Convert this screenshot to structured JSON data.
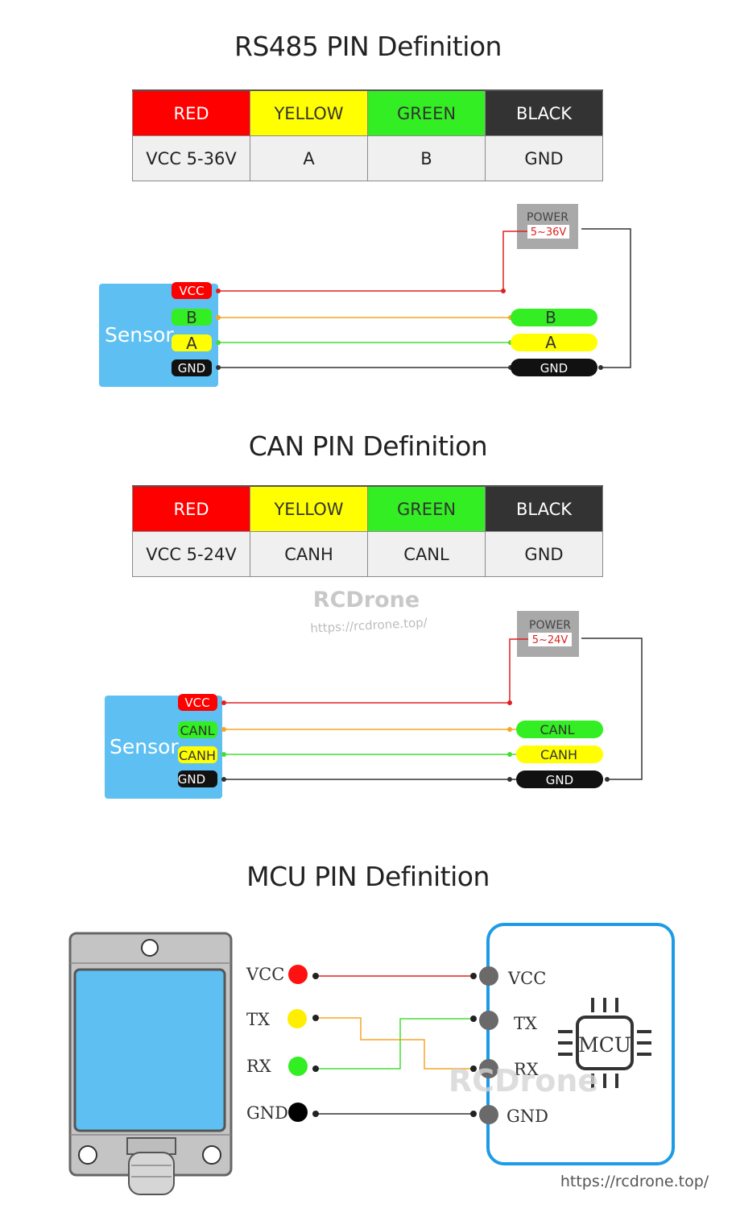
{
  "rs485": {
    "title": "RS485 PIN Definition",
    "colors": [
      "RED",
      "YELLOW",
      "GREEN",
      "BLACK"
    ],
    "values": [
      "VCC  5-36V",
      "A",
      "B",
      "GND"
    ],
    "power": {
      "label": "POWER",
      "voltage": "5~36V"
    },
    "sensor_label": "Sensor",
    "sensor_pins": [
      "VCC",
      "B",
      "A",
      "GND"
    ],
    "device_pins": [
      "B",
      "A",
      "GND"
    ]
  },
  "can": {
    "title": "CAN PIN Definition",
    "colors": [
      "RED",
      "YELLOW",
      "GREEN",
      "BLACK"
    ],
    "values": [
      "VCC  5-24V",
      "CANH",
      "CANL",
      "GND"
    ],
    "power": {
      "label": "POWER",
      "voltage": "5~24V"
    },
    "sensor_label": "Sensor",
    "sensor_pins": [
      "VCC",
      "CANL",
      "CANH",
      "GND"
    ],
    "device_pins": [
      "CANL",
      "CANH",
      "GND"
    ]
  },
  "mcu": {
    "title": "MCU PIN Definition",
    "sensor_pins": [
      "VCC",
      "TX",
      "RX",
      "GND"
    ],
    "mcu_pins": [
      "VCC",
      "TX",
      "RX",
      "GND"
    ],
    "chip_label": "MCU"
  },
  "watermark": {
    "brand": "RCDrone",
    "url": "https://rcdrone.top/"
  },
  "footer_url": "https://rcdrone.top/",
  "palette": {
    "red": "#ff0000",
    "yellow": "#ffff00",
    "green": "#33ee22",
    "black": "#333333",
    "sensor_blue": "#5ec0f2",
    "wire_orange": "#f5a623",
    "wire_green": "#44dd33",
    "mcu_border": "#1e9be6"
  }
}
